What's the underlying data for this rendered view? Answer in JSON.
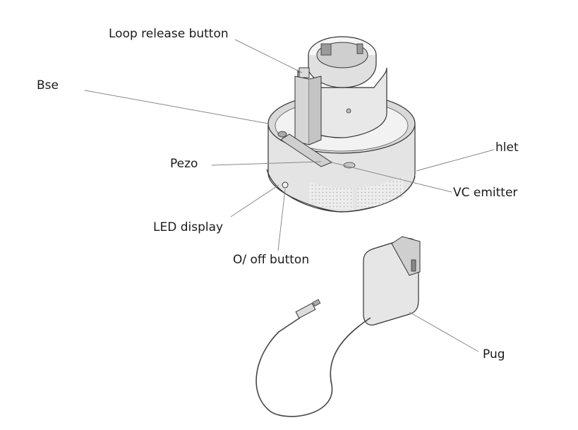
{
  "labels": {
    "loop_release_button": "Loop release button",
    "base": "Bse",
    "inlet": "hlet",
    "piezo": "Pezo",
    "uvc_emitter": "VC emitter",
    "led_display": "LED display",
    "on_off_button": "O/ off button",
    "plug": "Pug"
  },
  "colors": {
    "outline": "#333333",
    "body_fill": "#e6e6e6",
    "light_fill": "#f4f4f4",
    "dark_fill": "#bdbdbd",
    "leader": "#888888"
  }
}
